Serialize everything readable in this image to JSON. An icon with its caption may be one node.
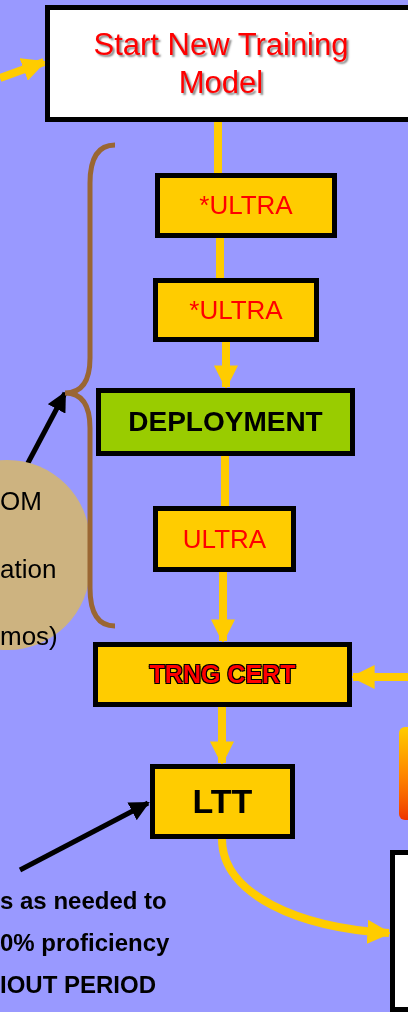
{
  "diagram": {
    "nodes": [
      {
        "text": [
          "Start New Training Model"
        ]
      },
      {
        "text": [
          "*ULTRA"
        ]
      },
      {
        "text": [
          "*ULTRA"
        ]
      },
      {
        "text": [
          "DEPLOYMENT"
        ]
      },
      {
        "text": [
          "ULTRA"
        ]
      },
      {
        "text": [
          "TRNG CERT"
        ]
      },
      {
        "text": [
          "LTT"
        ]
      },
      {
        "text": [
          "OM",
          "ation",
          "mos)"
        ]
      },
      {
        "text": [],
        "shape": "bracket"
      },
      {
        "text": [
          "s as needed to 0% proficiency IOUT PERIOD"
        ]
      },
      {
        "text": [],
        "shape": "box"
      },
      {
        "text": [],
        "shape": "box"
      }
    ],
    "edges": [
      {
        "from": null,
        "to": 0,
        "arrow": "to"
      },
      {
        "from": 0,
        "to": 1,
        "arrow": "none"
      },
      {
        "from": 1,
        "to": 2,
        "arrow": "none"
      },
      {
        "from": 2,
        "to": 3,
        "arrow": "to"
      },
      {
        "from": 3,
        "to": 4,
        "arrow": "none"
      },
      {
        "from": 4,
        "to": 5,
        "arrow": "to"
      },
      {
        "from": null,
        "to": 5,
        "arrow": "to"
      },
      {
        "from": 5,
        "to": 6,
        "arrow": "to"
      },
      {
        "from": 6,
        "to": 10,
        "arrow": "to"
      },
      {
        "from": 7,
        "to": 8,
        "arrow": "to",
        "color": "#000000"
      },
      {
        "from": 9,
        "to": 6,
        "arrow": "to",
        "color": "#000000"
      }
    ]
  }
}
